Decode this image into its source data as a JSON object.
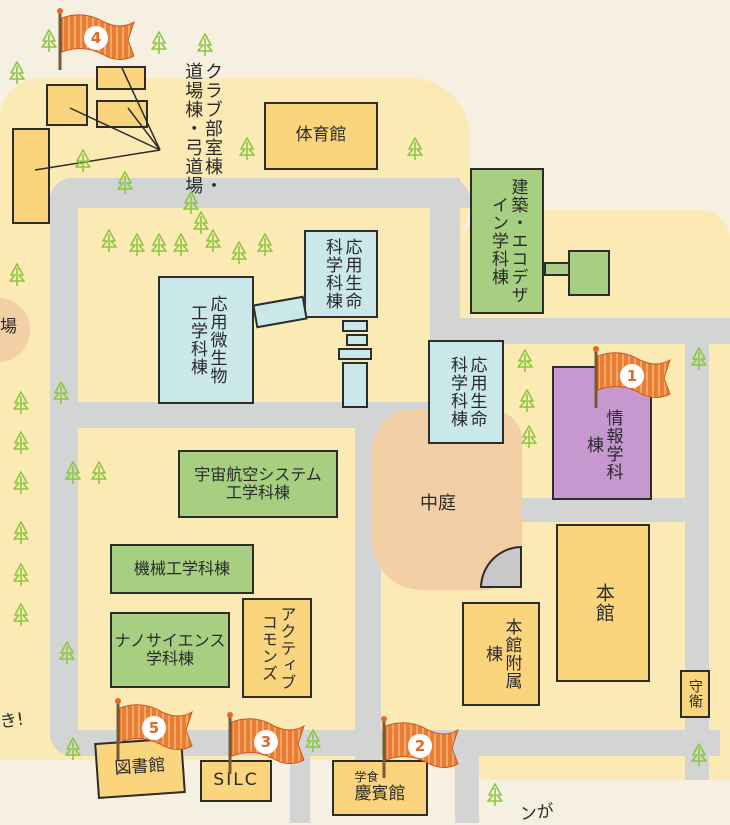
{
  "colors": {
    "background": "#f6f0e2",
    "zone": "#fbeab4",
    "road": "#d3d4d4",
    "plaza": "#f2cfa4",
    "building_yellow": "#fbd47e",
    "building_green": "#a6cf82",
    "building_blue": "#cae7ea",
    "building_purple": "#c698cf",
    "flag": "#ea7d34",
    "tree": "#8cc63f"
  },
  "buildings": {
    "gym": "体育館",
    "club_dojo": "クラブ部室棟・道場棟・弓道場",
    "architecture": "建築・エコデザイン学科棟",
    "applied_chem": "応用生命科学科棟",
    "applied_micro": "応用微生物工学科棟",
    "applied_life2": "応用生命科学科棟",
    "info_science": "情報学科棟",
    "aerospace": [
      "宇宙航空システム",
      "工学科棟"
    ],
    "mechanical": "機械工学科棟",
    "nano": [
      "ナノサイエンス",
      "学科棟"
    ],
    "active_commons": "アクティブコモンズ",
    "courtyard": "中庭",
    "main_hall": "本館",
    "annex": "本館附属棟",
    "guard": "守衛",
    "library": "図書館",
    "silc": "SILC",
    "cafeteria": "学食",
    "keihinkan": "慶賓館"
  },
  "edge_labels": {
    "left_partial": "場",
    "bottom_left_partial": "き!",
    "bottom_right_partial": "ンが"
  },
  "flags": [
    {
      "number": "1"
    },
    {
      "number": "2"
    },
    {
      "number": "3"
    },
    {
      "number": "4"
    },
    {
      "number": "5"
    }
  ],
  "icons": {
    "tree": "tree-icon",
    "flag": "flag-icon"
  }
}
